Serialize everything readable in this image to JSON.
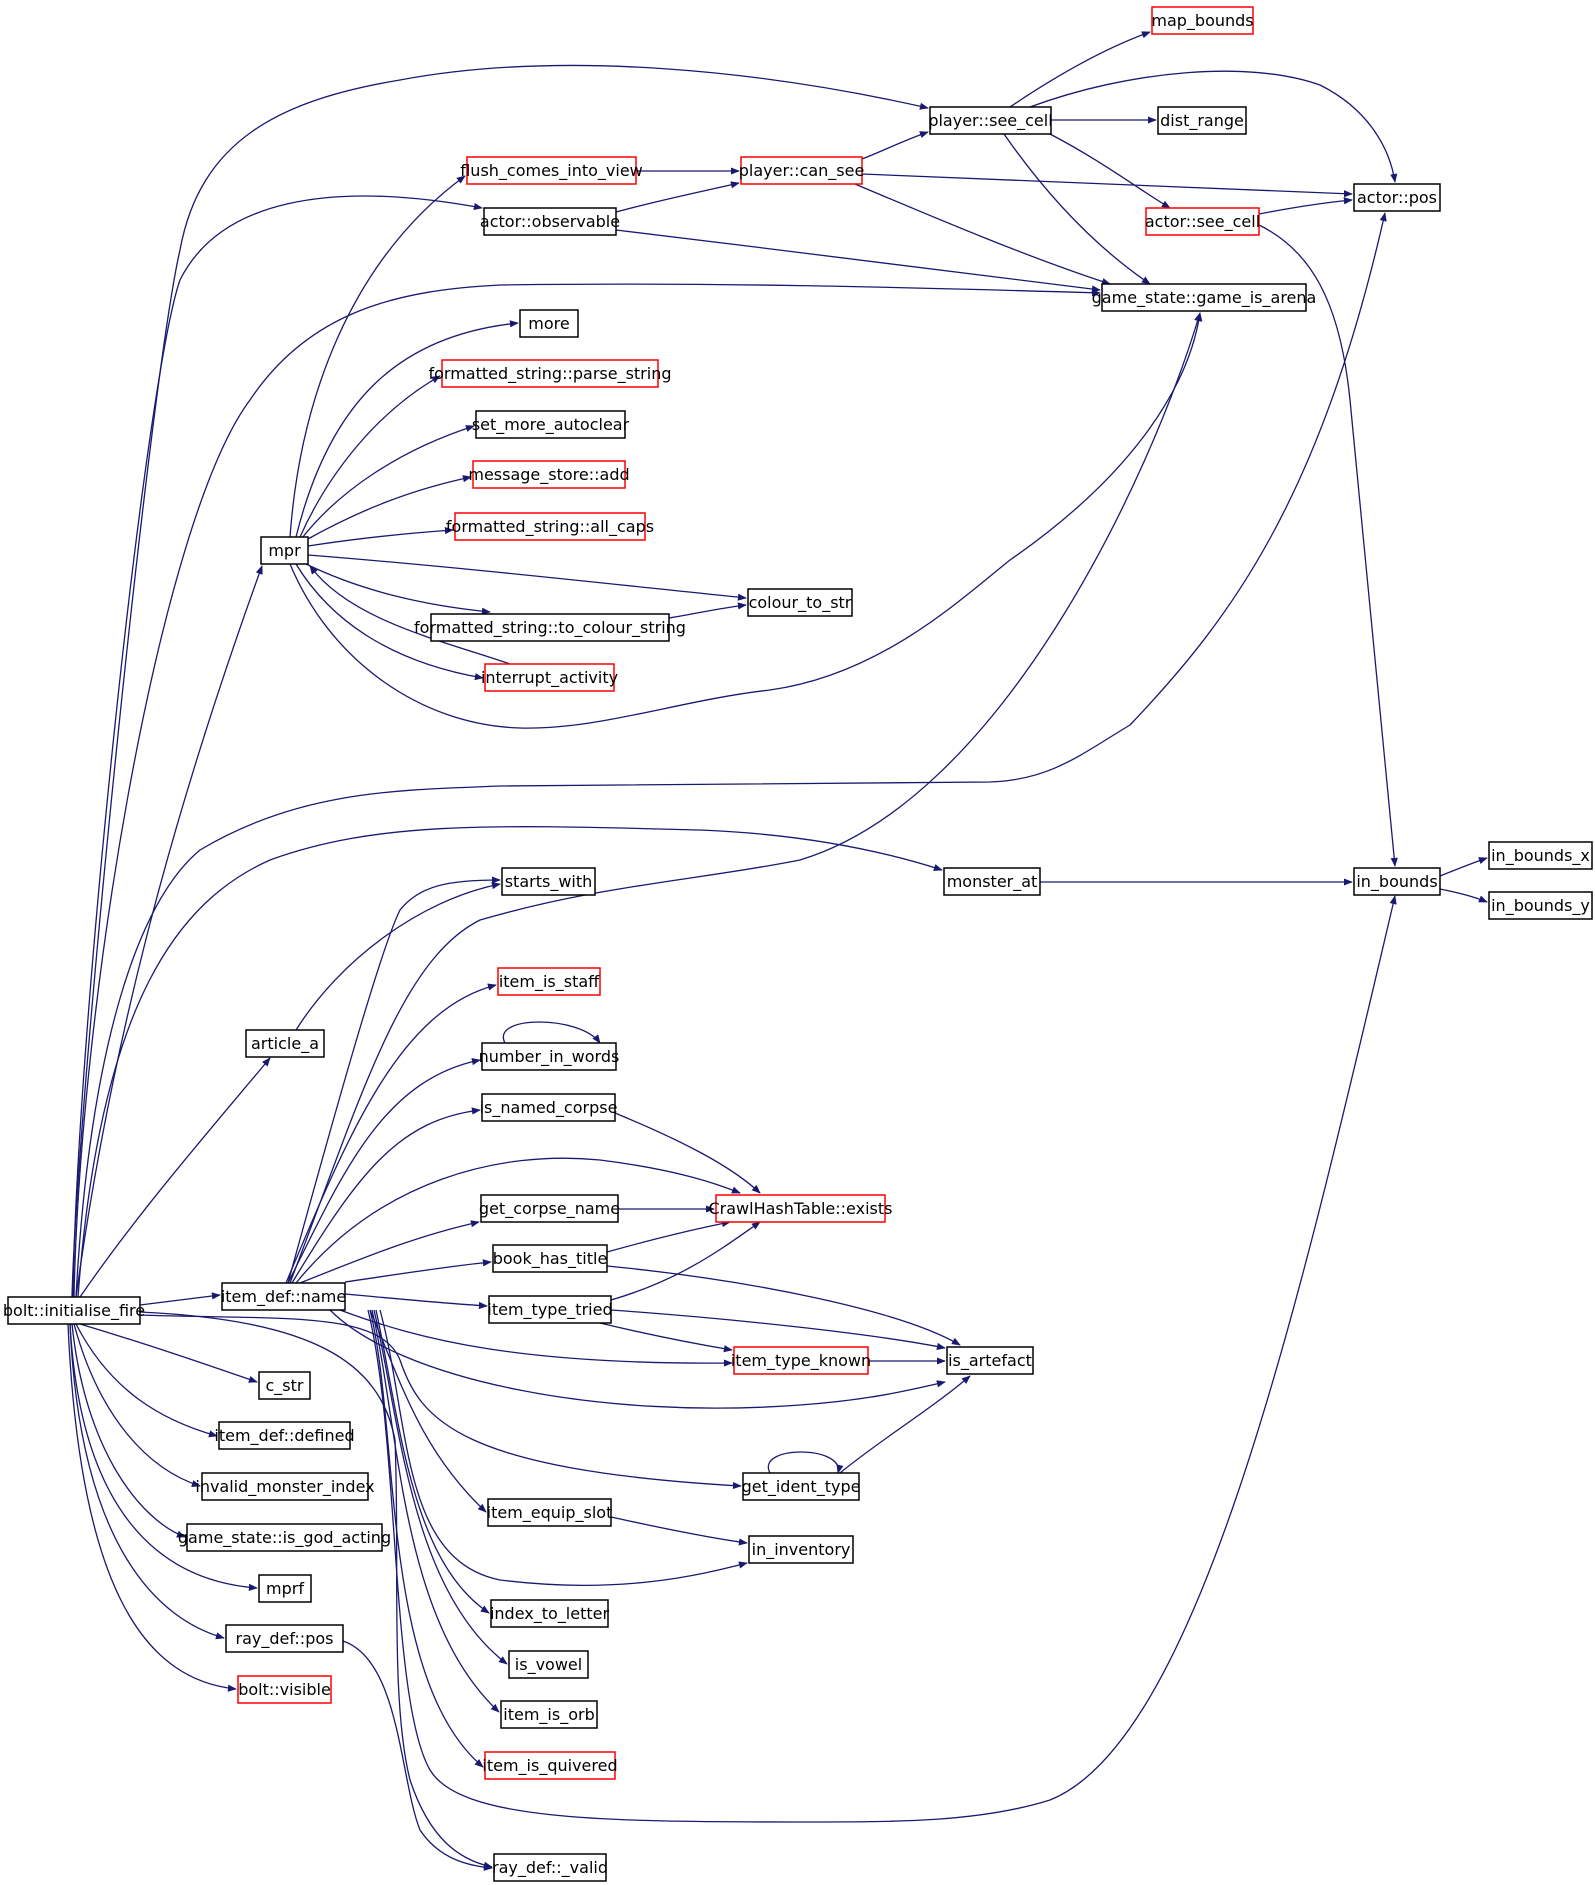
{
  "colors": {
    "edge": "#191970",
    "root_fill": "#bfbfbf",
    "normal_border": "#000000",
    "truncated_border": "#ff0000"
  },
  "nodes": [
    {
      "id": "root",
      "label": "bolt::initialise_fire",
      "kind": "root"
    },
    {
      "id": "map_bounds",
      "label": "map_bounds",
      "kind": "truncated"
    },
    {
      "id": "player_see_cell",
      "label": "player::see_cell",
      "kind": "normal"
    },
    {
      "id": "dist_range",
      "label": "dist_range",
      "kind": "normal"
    },
    {
      "id": "flush_comes_into_view",
      "label": "flush_comes_into_view",
      "kind": "truncated"
    },
    {
      "id": "player_can_see",
      "label": "player::can_see",
      "kind": "truncated"
    },
    {
      "id": "actor_pos",
      "label": "actor::pos",
      "kind": "normal"
    },
    {
      "id": "actor_observable",
      "label": "actor::observable",
      "kind": "normal"
    },
    {
      "id": "actor_see_cell",
      "label": "actor::see_cell",
      "kind": "truncated"
    },
    {
      "id": "game_is_arena",
      "label": "game_state::game_is_arena",
      "kind": "normal"
    },
    {
      "id": "more",
      "label": "more",
      "kind": "normal"
    },
    {
      "id": "parse_string",
      "label": "formatted_string::parse_string",
      "kind": "truncated"
    },
    {
      "id": "set_more_autoclear",
      "label": "set_more_autoclear",
      "kind": "normal"
    },
    {
      "id": "message_store_add",
      "label": "message_store::add",
      "kind": "truncated"
    },
    {
      "id": "all_caps",
      "label": "formatted_string::all_caps",
      "kind": "truncated"
    },
    {
      "id": "mpr",
      "label": "mpr",
      "kind": "normal"
    },
    {
      "id": "colour_to_str",
      "label": "colour_to_str",
      "kind": "normal"
    },
    {
      "id": "to_colour_string",
      "label": "formatted_string::to_colour_string",
      "kind": "normal"
    },
    {
      "id": "interrupt_activity",
      "label": "interrupt_activity",
      "kind": "truncated"
    },
    {
      "id": "monster_at",
      "label": "monster_at",
      "kind": "normal"
    },
    {
      "id": "in_bounds",
      "label": "in_bounds",
      "kind": "normal"
    },
    {
      "id": "in_bounds_x",
      "label": "in_bounds_x",
      "kind": "normal"
    },
    {
      "id": "in_bounds_y",
      "label": "in_bounds_y",
      "kind": "normal"
    },
    {
      "id": "starts_with",
      "label": "starts_with",
      "kind": "normal"
    },
    {
      "id": "item_is_staff",
      "label": "item_is_staff",
      "kind": "truncated"
    },
    {
      "id": "article_a",
      "label": "article_a",
      "kind": "normal"
    },
    {
      "id": "number_in_words",
      "label": "number_in_words",
      "kind": "normal"
    },
    {
      "id": "is_named_corpse",
      "label": "is_named_corpse",
      "kind": "normal"
    },
    {
      "id": "get_corpse_name",
      "label": "get_corpse_name",
      "kind": "normal"
    },
    {
      "id": "hash_exists",
      "label": "CrawlHashTable::exists",
      "kind": "truncated"
    },
    {
      "id": "book_has_title",
      "label": "book_has_title",
      "kind": "normal"
    },
    {
      "id": "item_def_name",
      "label": "item_def::name",
      "kind": "normal"
    },
    {
      "id": "item_type_tried",
      "label": "item_type_tried",
      "kind": "normal"
    },
    {
      "id": "item_type_known",
      "label": "item_type_known",
      "kind": "truncated"
    },
    {
      "id": "is_artefact",
      "label": "is_artefact",
      "kind": "normal"
    },
    {
      "id": "c_str",
      "label": "c_str",
      "kind": "normal"
    },
    {
      "id": "item_def_defined",
      "label": "item_def::defined",
      "kind": "normal"
    },
    {
      "id": "get_ident_type",
      "label": "get_ident_type",
      "kind": "normal"
    },
    {
      "id": "invalid_monster_index",
      "label": "invalid_monster_index",
      "kind": "normal"
    },
    {
      "id": "item_equip_slot",
      "label": "item_equip_slot",
      "kind": "normal"
    },
    {
      "id": "is_god_acting",
      "label": "game_state::is_god_acting",
      "kind": "normal"
    },
    {
      "id": "in_inventory",
      "label": "in_inventory",
      "kind": "normal"
    },
    {
      "id": "mprf",
      "label": "mprf",
      "kind": "normal"
    },
    {
      "id": "index_to_letter",
      "label": "index_to_letter",
      "kind": "normal"
    },
    {
      "id": "ray_def_pos",
      "label": "ray_def::pos",
      "kind": "normal"
    },
    {
      "id": "is_vowel",
      "label": "is_vowel",
      "kind": "normal"
    },
    {
      "id": "bolt_visible",
      "label": "bolt::visible",
      "kind": "truncated"
    },
    {
      "id": "item_is_orb",
      "label": "item_is_orb",
      "kind": "normal"
    },
    {
      "id": "item_is_quivered",
      "label": "item_is_quivered",
      "kind": "truncated"
    },
    {
      "id": "ray_def_valid",
      "label": "ray_def::_valid",
      "kind": "normal"
    }
  ]
}
